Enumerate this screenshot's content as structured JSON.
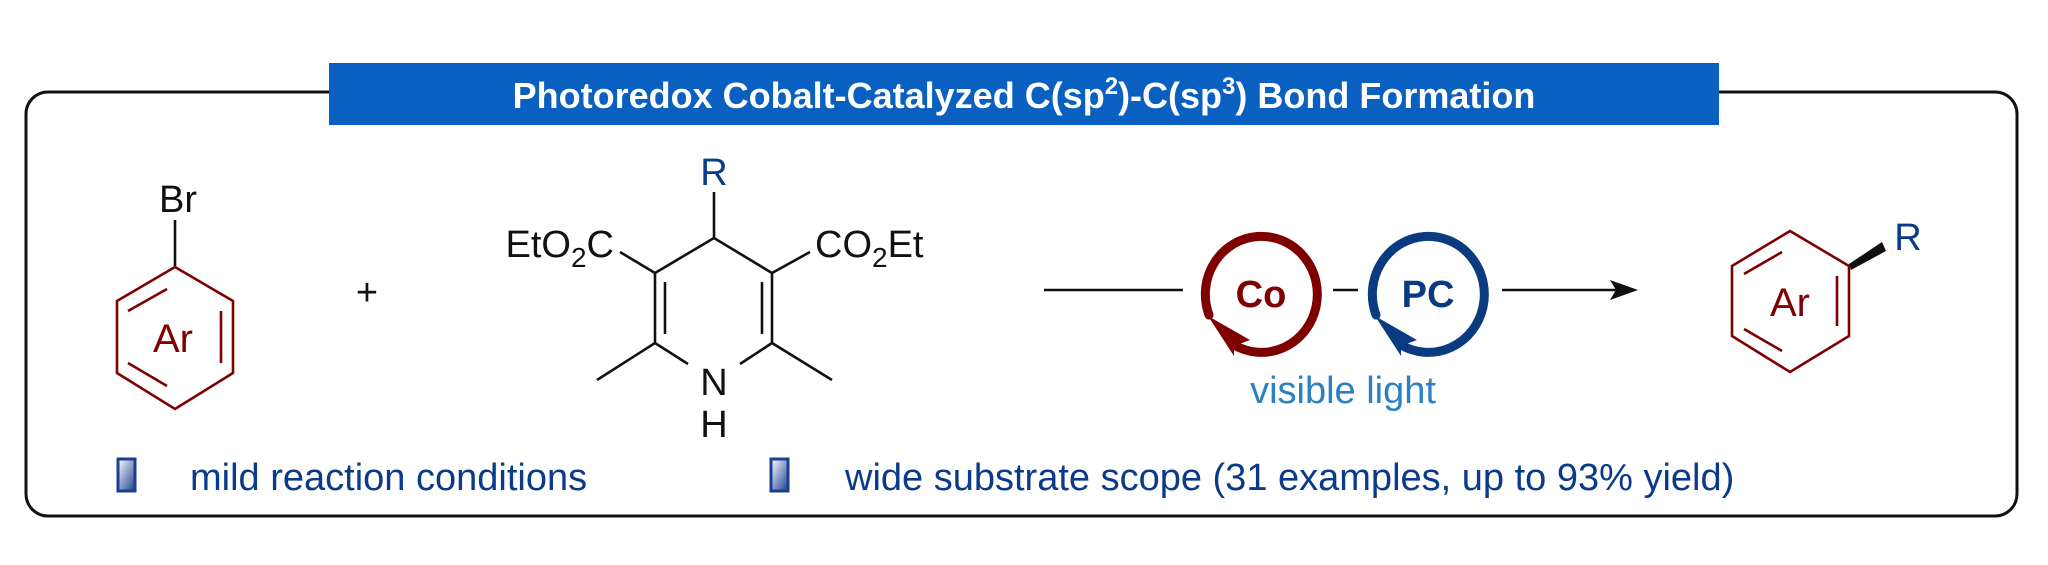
{
  "title": {
    "prefix": "Photoredox Cobalt-Catalyzed C(sp",
    "sup1": "2",
    "middle": ")-C(sp",
    "sup2": "3",
    "suffix": ") Bond Formation"
  },
  "reactant1": {
    "halogen": "Br",
    "ring_label": "Ar"
  },
  "plus": "+",
  "reactant2": {
    "substituent": "R",
    "left_ester": {
      "a": "EtO",
      "sub": "2",
      "b": "C"
    },
    "right_ester": {
      "a": "CO",
      "sub": "2",
      "b": "Et"
    },
    "nitrogen": "N",
    "hydrogen": "H"
  },
  "catalysts": {
    "cobalt": "Co",
    "photocatalyst": "PC",
    "condition": "visible light"
  },
  "product": {
    "ring_label": "Ar",
    "substituent": "R"
  },
  "bullets": [
    {
      "text": "mild reaction conditions"
    },
    {
      "text": "wide substrate scope (31 examples, up to 93% yield)"
    }
  ],
  "colors": {
    "banner": "#0a60c0",
    "aryl": "#7f0000",
    "cobalt": "#7f0000",
    "pc": "#0a3a80",
    "light": "#2a80c0",
    "bullet_text": "#0a3a8a"
  }
}
